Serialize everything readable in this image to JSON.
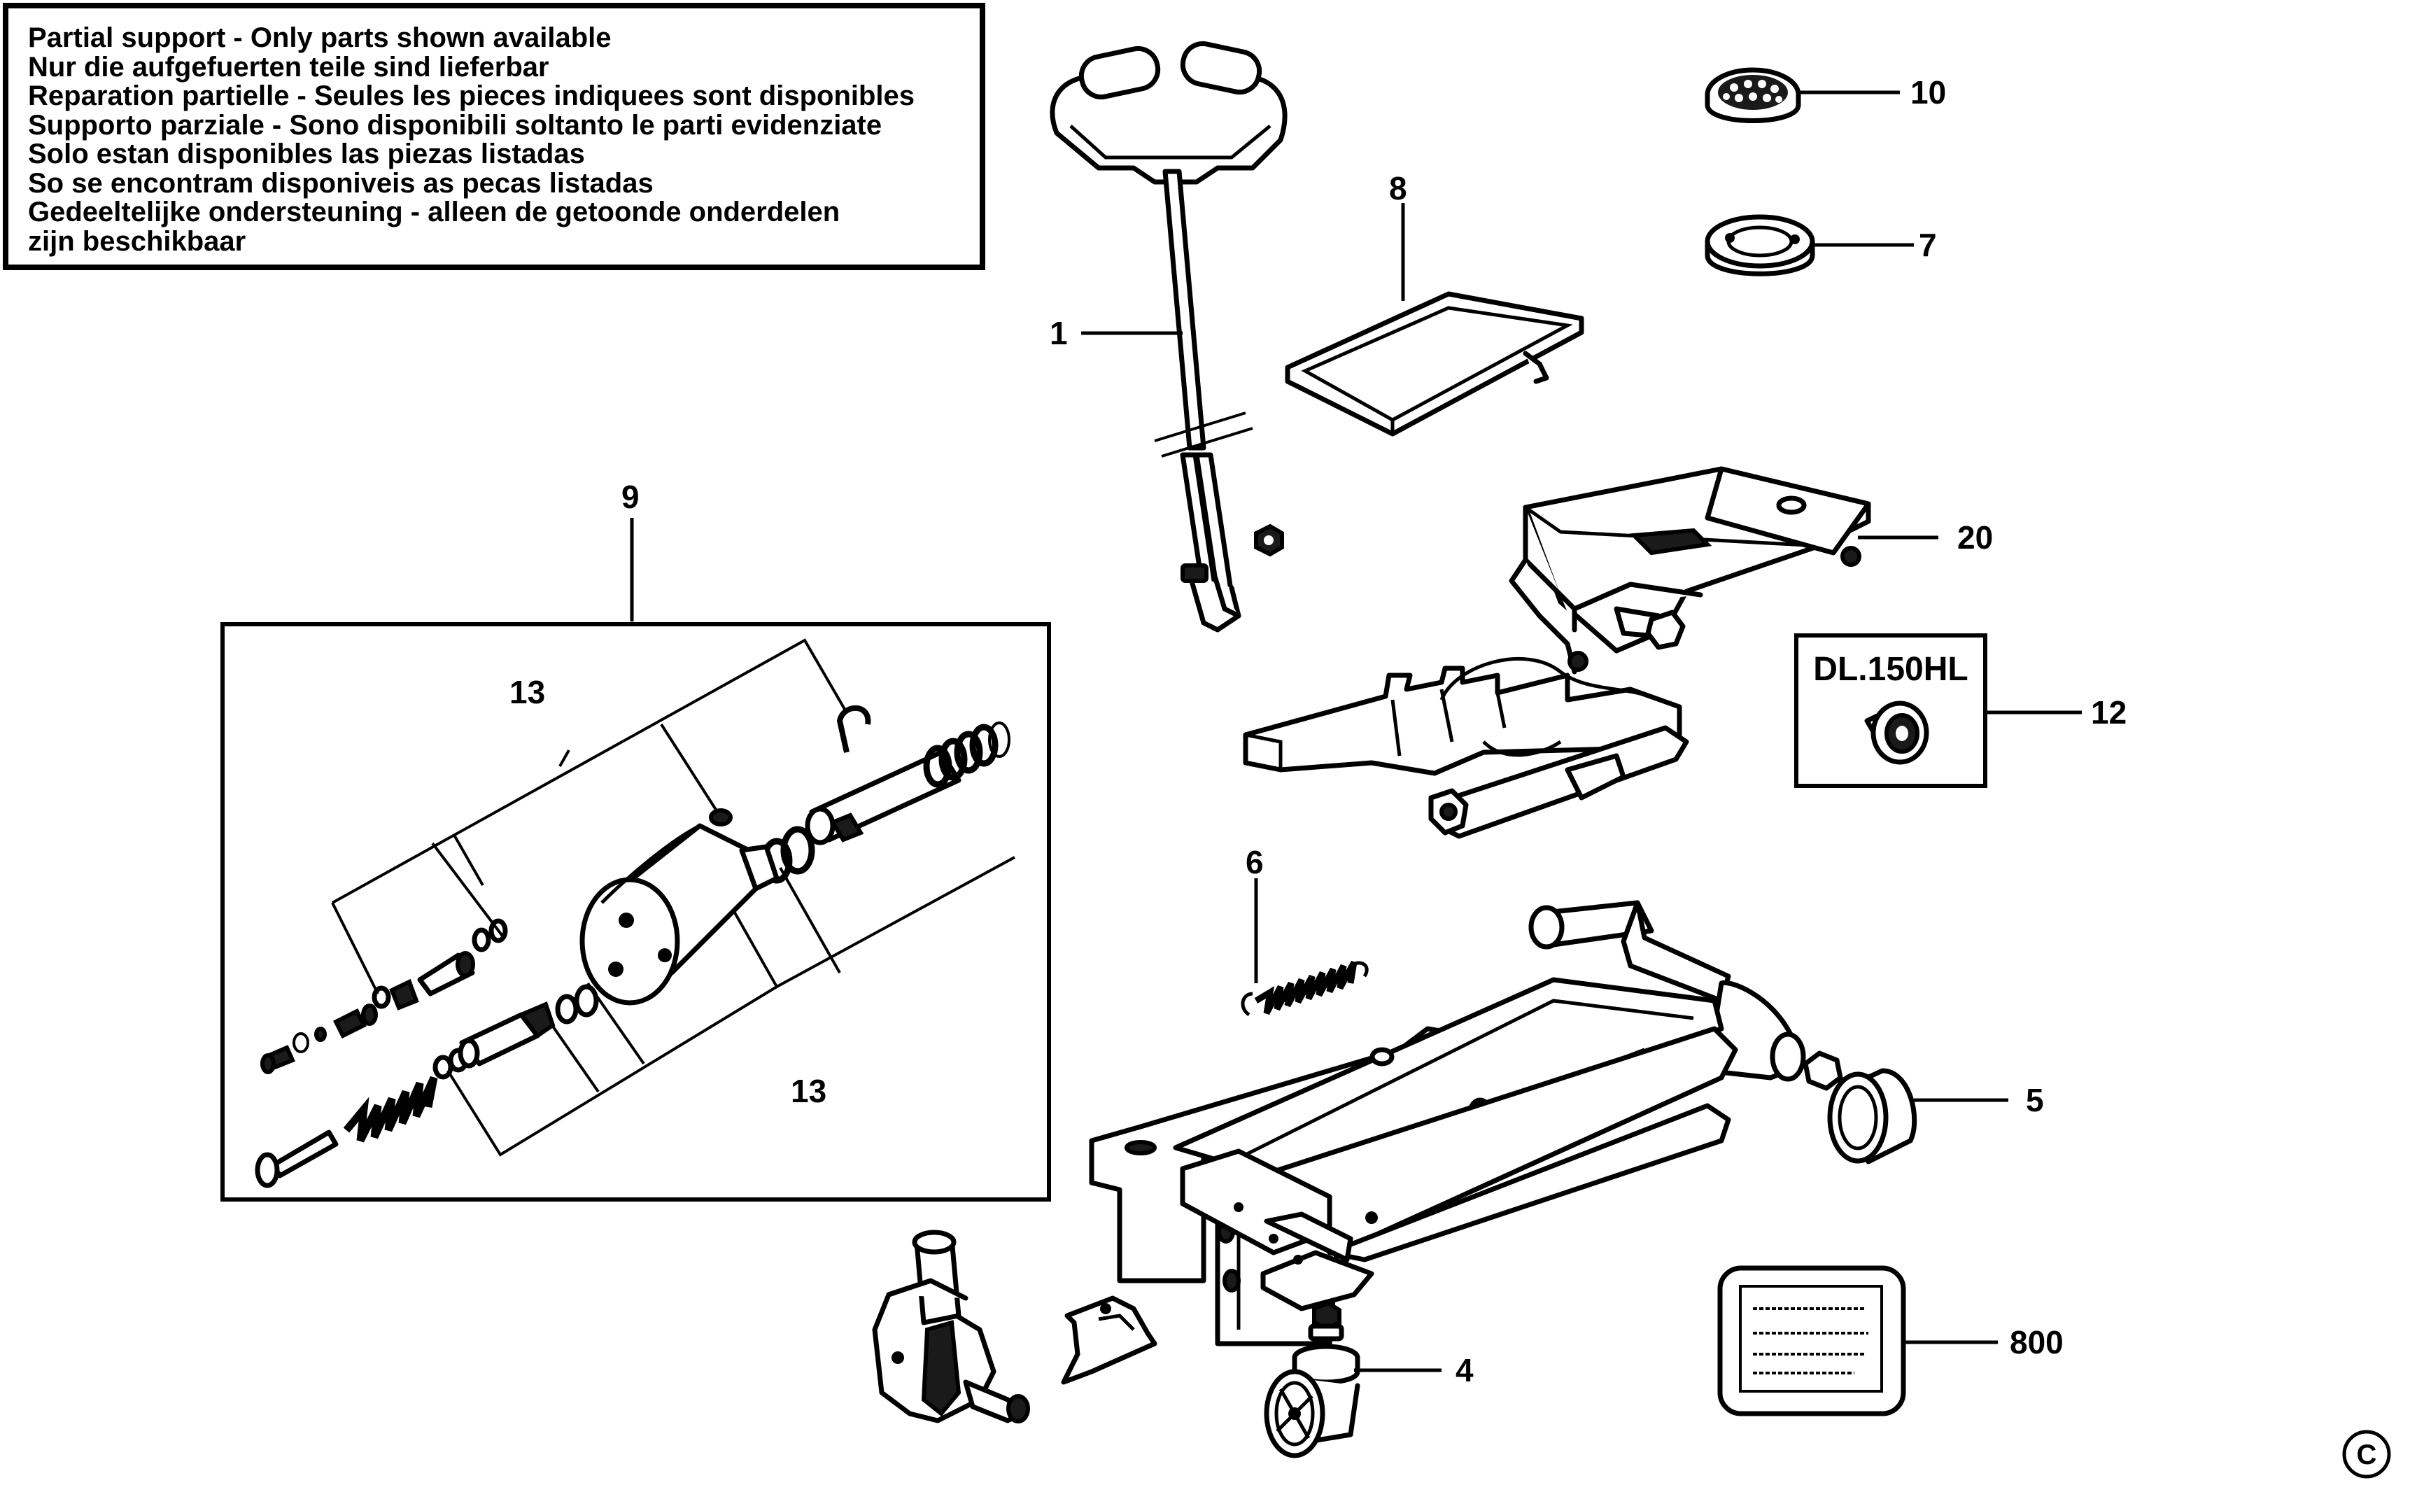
{
  "notice": {
    "lines": [
      "Partial support - Only parts shown available",
      "Nur die aufgefuerten teile sind lieferbar",
      "Reparation partielle - Seules les pieces indiquees sont disponibles",
      "Supporto parziale - Sono disponibili soltanto le parti evidenziate",
      "Solo estan disponibles las piezas listadas",
      "So se encontram disponiveis as pecas listadas",
      "Gedeeltelijke ondersteuning - alleen de getoonde onderdelen",
      "zijn beschikbaar"
    ]
  },
  "callouts": {
    "p1": "1",
    "p4": "4",
    "p5": "5",
    "p6": "6",
    "p7": "7",
    "p8": "8",
    "p9": "9",
    "p10": "10",
    "p12": "12",
    "p13_top": "13",
    "p13_bottom": "13",
    "p20": "20",
    "p800": "800"
  },
  "model_label": "DL.150HL",
  "copyright_symbol": "C"
}
